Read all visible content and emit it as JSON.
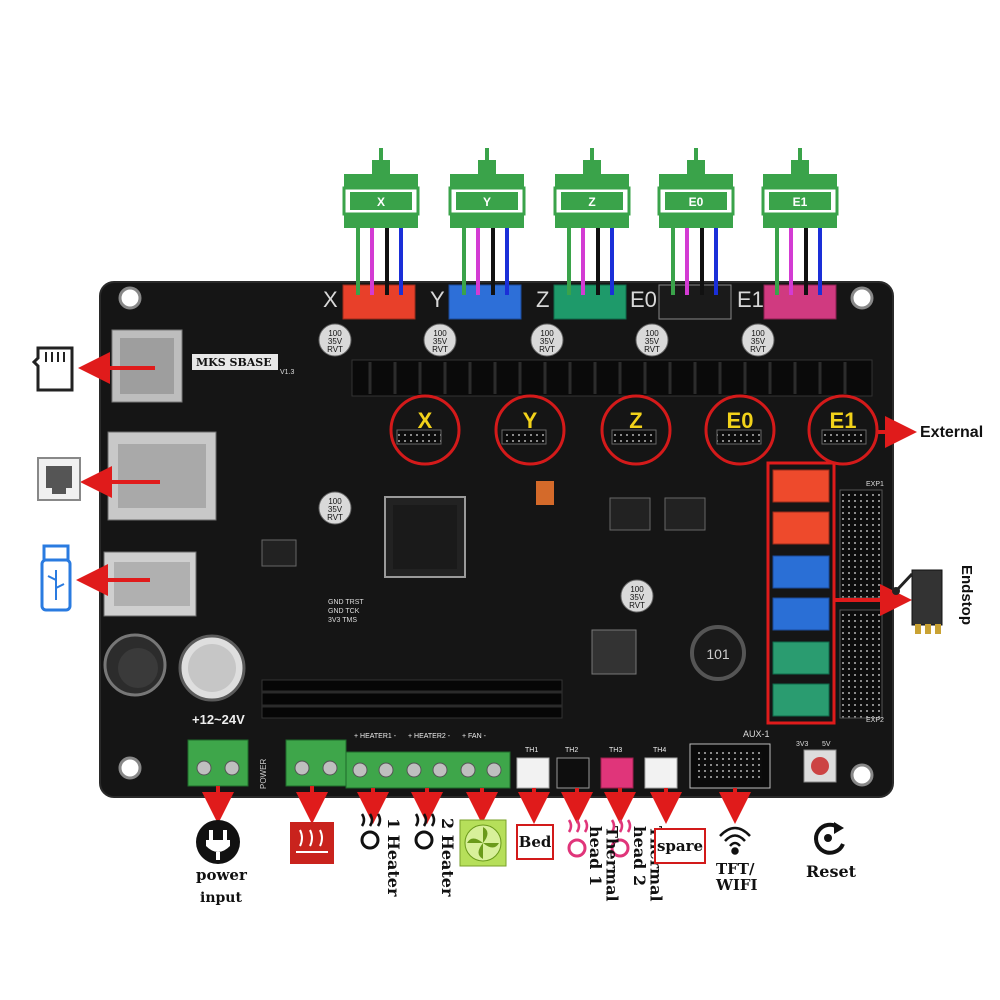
{
  "board": {
    "name": "MKS SBASE",
    "version": "V1.3",
    "power_silk": "+12~24V",
    "power_connector_silk": "POWER",
    "aux_silk": "AUX-1",
    "exp1_silk": "EXP1",
    "exp2_silk": "EXP2",
    "jtag_silk_1": "GND TRST",
    "jtag_silk_2": "GND TCK",
    "jtag_silk_3": "3V3 TMS",
    "inductor_silk": "101",
    "cap_silk": [
      "100",
      "35V",
      "RVT"
    ],
    "heater1_silk": "+ HEATER1 -",
    "heater2_silk": "+ HEATER2 -",
    "fan_silk": "+ FAN -",
    "th_silks": [
      "TH1",
      "TH2",
      "TH3",
      "TH4"
    ],
    "voltage_silk_1": "3V3",
    "voltage_silk_2": "5V"
  },
  "axes": [
    {
      "label": "X",
      "color": "#e8402a"
    },
    {
      "label": "Y",
      "color": "#2d6fd8"
    },
    {
      "label": "Z",
      "color": "#1e9a6a"
    },
    {
      "label": "E0",
      "color": "#1a1a1a"
    },
    {
      "label": "E1",
      "color": "#d03a80"
    }
  ],
  "circle_labels": [
    "X",
    "Y",
    "Z",
    "E0",
    "E1"
  ],
  "labels": {
    "external": "External",
    "endstop": "Endstop",
    "power_input_1": "power",
    "power_input_2": "input",
    "heater1_1": "1",
    "heater1_2": "Heater",
    "heater2_1": "2",
    "heater2_2": "Heater",
    "bed": "Bed",
    "thermal1_a": "Thermal",
    "thermal1_b": "head 1",
    "thermal2_a": "Thermal",
    "thermal2_b": "head 2",
    "spare": "spare",
    "tft_1": "TFT/",
    "tft_2": "WIFI",
    "reset": "Reset"
  },
  "colors": {
    "board": "#141414",
    "arrow": "#e01b1b",
    "motor_green": "#3aa34a",
    "circle_text": "#f2d21a",
    "endstop_red": "#ee4a2c",
    "endstop_blue": "#2a6fd6",
    "endstop_green": "#2a9c70"
  },
  "icons": [
    "sd-card-icon",
    "ethernet-port-icon",
    "usb-icon",
    "power-plug-icon",
    "heated-bed-icon",
    "heater-icon",
    "fan-icon",
    "thermistor-icon",
    "wifi-icon",
    "reset-icon",
    "limit-switch-icon"
  ]
}
